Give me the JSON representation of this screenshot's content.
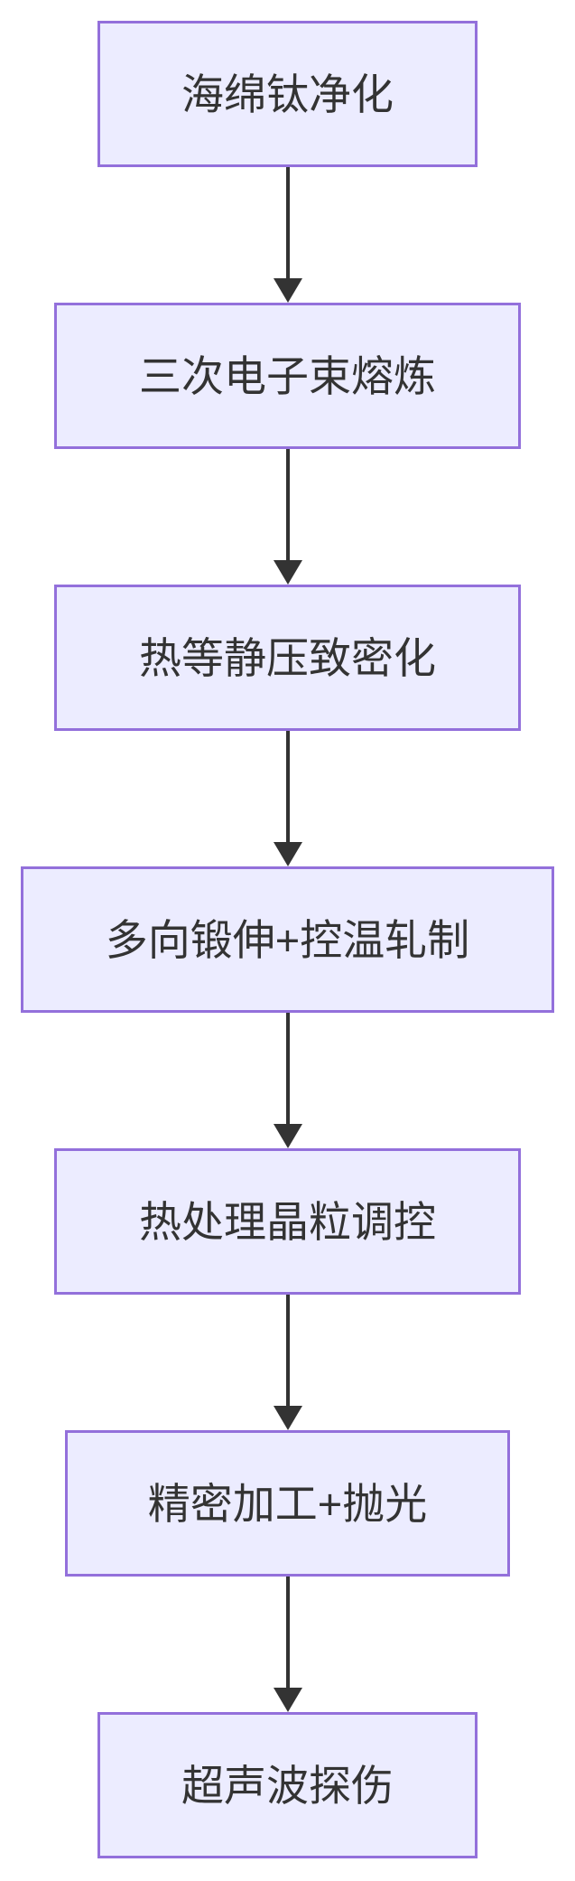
{
  "diagram": {
    "type": "flowchart",
    "direction": "top-down",
    "steps": [
      {
        "id": 1,
        "label": "海绵钛净化"
      },
      {
        "id": 2,
        "label": "三次电子束熔炼"
      },
      {
        "id": 3,
        "label": "热等静压致密化"
      },
      {
        "id": 4,
        "label": "多向锻伸+控温轧制"
      },
      {
        "id": 5,
        "label": "热处理晶粒调控"
      },
      {
        "id": 6,
        "label": "精密加工+抛光"
      },
      {
        "id": 7,
        "label": "超声波探伤"
      }
    ],
    "connections": [
      {
        "from": "海绵钛净化",
        "to": "三次电子束熔炼",
        "style": "arrow"
      },
      {
        "from": "三次电子束熔炼",
        "to": "热等静压致密化",
        "style": "arrow"
      },
      {
        "from": "热等静压致密化",
        "to": "多向锻伸+控温轧制",
        "style": "arrow"
      },
      {
        "from": "多向锻伸+控温轧制",
        "to": "热处理晶粒调控",
        "style": "arrow"
      },
      {
        "from": "热处理晶粒调控",
        "to": "精密加工+抛光",
        "style": "arrow"
      },
      {
        "from": "精密加工+抛光",
        "to": "超声波探伤",
        "style": "arrow"
      }
    ],
    "colors": {
      "node_fill": "#ECECFF",
      "node_border": "#9370DB",
      "text": "#333333",
      "arrow": "#333333",
      "background": "#FFFFFF"
    }
  }
}
